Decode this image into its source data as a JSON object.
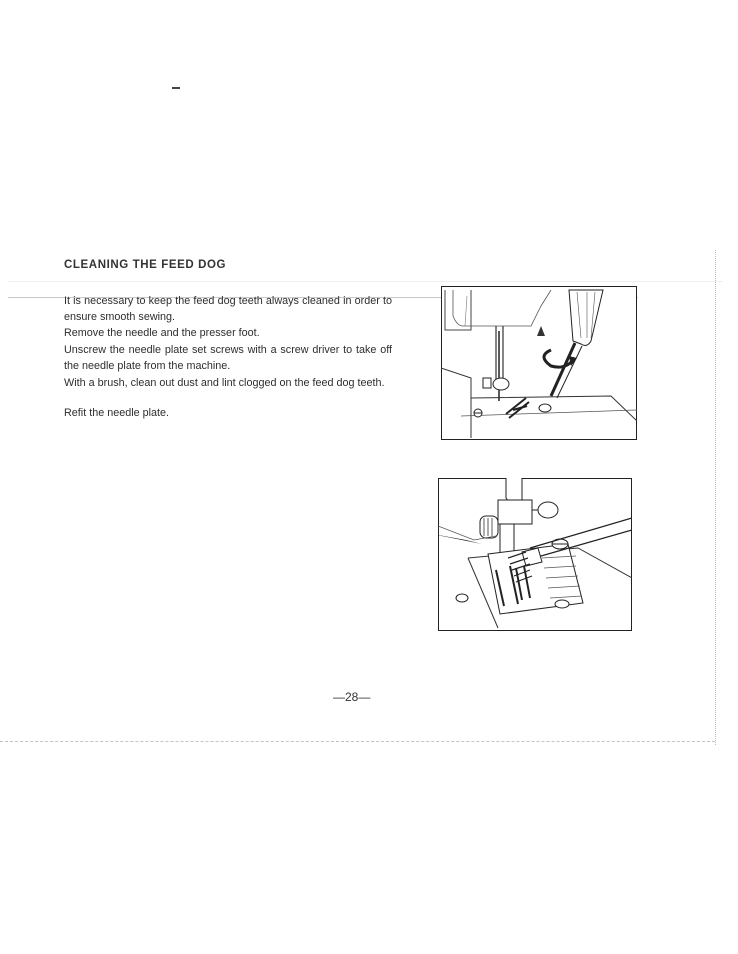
{
  "section": {
    "heading": "CLEANING THE FEED DOG"
  },
  "body": {
    "line1": "It is necessary to keep the feed dog teeth always cleaned in order to ensure smooth sewing.",
    "line2": "Remove the needle and the presser foot.",
    "line3": "Unscrew the needle plate set screws with a screw driver to take off the needle plate from the machine.",
    "line4": "With a brush, clean out dust and lint clogged on the feed dog teeth.",
    "line5": "Refit the needle plate."
  },
  "footer": {
    "page_number": "—28—"
  }
}
